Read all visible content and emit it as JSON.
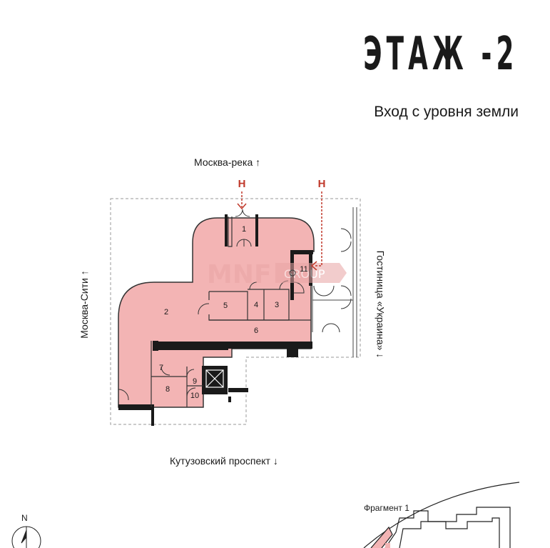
{
  "header": {
    "floor_title": "ЭТАЖ -2",
    "subtitle": "Вход с уровня земли"
  },
  "directions": {
    "top": "Москва-река ↑",
    "bottom": "Кутузовский проспект ↓",
    "left": "Москва-Сити ↑",
    "right": "Гостиница «Украина» ↓"
  },
  "rooms": {
    "r1": "1",
    "r2": "2",
    "r3": "3",
    "r4": "4",
    "r5": "5",
    "r6": "6",
    "r7": "7",
    "r8": "8",
    "r9": "9",
    "r10": "10",
    "r11": "11"
  },
  "entrances": {
    "marker": "Н"
  },
  "watermark": {
    "left": "MNF",
    "right": "GROUP"
  },
  "fragment": {
    "label": "Фрагмент 1"
  },
  "compass": {
    "north": "N"
  },
  "colors": {
    "room_fill": "#f3b4b4",
    "wall": "#1a1a1a",
    "entrance": "#c0392b",
    "outline": "#999999"
  }
}
